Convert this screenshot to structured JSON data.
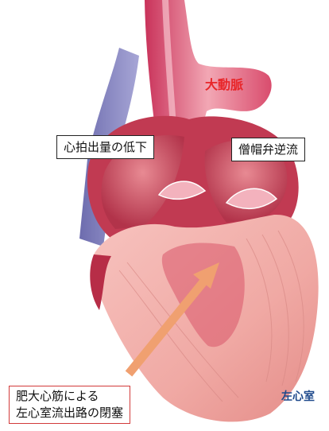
{
  "labels": {
    "aorta": "大動脈",
    "cardiac_output": "心拍出量の低下",
    "mitral_regurgitation": "僧帽弁逆流",
    "lvot_line1": "肥大心筋による",
    "lvot_line2": "左心室流出路の閉塞",
    "left_ventricle": "左心室"
  },
  "colors": {
    "aorta_label": "#e8262a",
    "left_ventricle_label": "#1f4a8c",
    "arrow": "#f0a070",
    "lvot_border": "#d23a3a"
  }
}
